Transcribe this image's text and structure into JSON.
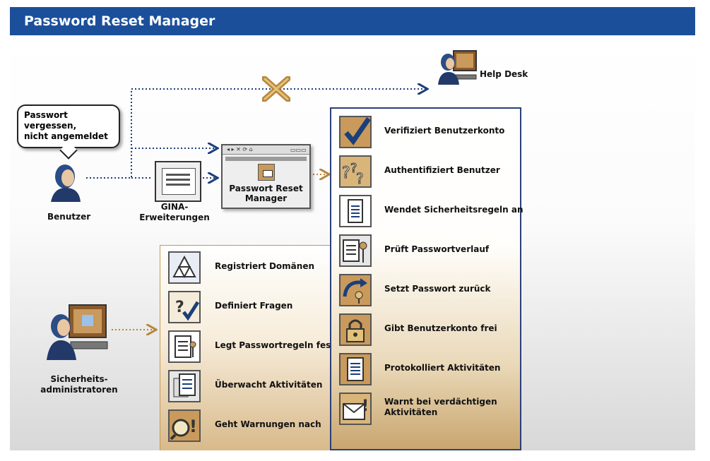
{
  "title": "Password Reset Manager",
  "bubble": {
    "line1": "Passwort vergessen,",
    "line2": "nicht angemeldet"
  },
  "actors": {
    "user": "Benutzer",
    "helpdesk": "Help Desk",
    "admin_line1": "Sicherheits-",
    "admin_line2": "administratoren"
  },
  "gina": {
    "line1": "GINA-",
    "line2": "Erweiterungen"
  },
  "prm": {
    "line1": "Passwort Reset",
    "line2": "Manager"
  },
  "blocked_mark": "X",
  "right_items": [
    {
      "label": "Verifiziert Benutzerkonto",
      "icon": "checkmark-icon"
    },
    {
      "label": "Authentifiziert Benutzer",
      "icon": "question-marks-icon"
    },
    {
      "label": "Wendet Sicherheitsregeln an",
      "icon": "document-icon"
    },
    {
      "label": "Prüft Passwortverlauf",
      "icon": "document-keys-icon"
    },
    {
      "label": "Setzt Passwort zurück",
      "icon": "reset-arrow-key-icon"
    },
    {
      "label": "Gibt Benutzerkonto frei",
      "icon": "padlock-icon"
    },
    {
      "label": "Protokolliert Aktivitäten",
      "icon": "log-document-icon"
    },
    {
      "label": "Warnt bei verdächtigen",
      "label2": "Aktivitäten",
      "icon": "warning-envelope-icon"
    }
  ],
  "left_items": [
    {
      "label": "Registriert Domänen",
      "icon": "triangles-icon"
    },
    {
      "label": "Definiert Fragen",
      "icon": "question-doc-check-icon"
    },
    {
      "label": "Legt Passwortregeln fest",
      "icon": "document-key-icon"
    },
    {
      "label": "Überwacht Aktivitäten",
      "icon": "stacked-documents-icon"
    },
    {
      "label": "Geht Warnungen nach",
      "icon": "magnifier-warning-icon"
    }
  ],
  "colors": {
    "title_bar": "#1b4f9a",
    "panel_border": "#2b3f7a",
    "accent_gold": "#b8863b",
    "dotted_line": "#1b3f7a"
  }
}
